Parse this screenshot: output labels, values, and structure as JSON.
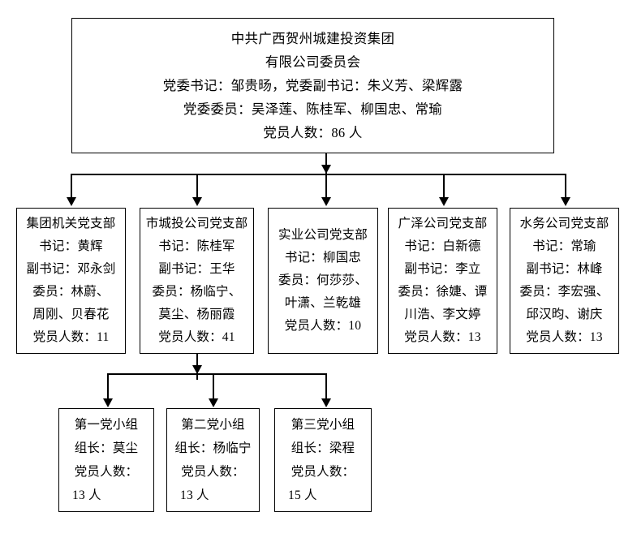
{
  "root": {
    "lines": [
      "中共广西贺州城建投资集团",
      "有限公司委员会",
      "党委书记：邹贵旸，党委副书记：朱义芳、梁辉露",
      "党委委员：吴泽莲、陈桂军、柳国忠、常瑜",
      "党员人数：86 人"
    ]
  },
  "branches": [
    {
      "name": "集团机关党支部",
      "lines": [
        "集团机关党支部",
        "书记：黄辉",
        "副书记：邓永剑",
        "委员：林蔚、",
        "周刚、贝春花",
        "党员人数：11"
      ],
      "secretary": "黄辉",
      "deputy_secretary": "邓永剑",
      "members": [
        "林蔚",
        "周刚",
        "贝春花"
      ],
      "member_count": 11
    },
    {
      "name": "市城投公司党支部",
      "lines": [
        "市城投公司党支部",
        "书记：陈桂军",
        "副书记：王华",
        "委员：杨临宁、",
        "莫尘、杨丽霞",
        "党员人数：41"
      ],
      "secretary": "陈桂军",
      "deputy_secretary": "王华",
      "members": [
        "杨临宁",
        "莫尘",
        "杨丽霞"
      ],
      "member_count": 41
    },
    {
      "name": "实业公司党支部",
      "lines": [
        "实业公司党支部",
        "书记：柳国忠",
        "委员：何莎莎、",
        "叶潇、兰乾雄",
        "党员人数：10"
      ],
      "secretary": "柳国忠",
      "deputy_secretary": "",
      "members": [
        "何莎莎",
        "叶潇",
        "兰乾雄"
      ],
      "member_count": 10
    },
    {
      "name": "广泽公司党支部",
      "lines": [
        "广泽公司党支部",
        "书记：白新德",
        "副书记：李立",
        "委员：徐婕、谭",
        "川浩、李文婷",
        "党员人数：13"
      ],
      "secretary": "白新德",
      "deputy_secretary": "李立",
      "members": [
        "徐婕",
        "谭川浩",
        "李文婷"
      ],
      "member_count": 13
    },
    {
      "name": "水务公司党支部",
      "lines": [
        "水务公司党支部",
        "书记：常瑜",
        "副书记：林峰",
        "委员：李宏强、",
        "邱汉昀、谢庆",
        "党员人数：13"
      ],
      "secretary": "常瑜",
      "deputy_secretary": "林峰",
      "members": [
        "李宏强",
        "邱汉昀",
        "谢庆"
      ],
      "member_count": 13
    }
  ],
  "groups": [
    {
      "name": "第一党小组",
      "lines": [
        "第一党小组",
        "组长：莫尘",
        "党员人数：",
        "13 人"
      ],
      "leader": "莫尘",
      "member_count": 13
    },
    {
      "name": "第二党小组",
      "lines": [
        "第二党小组",
        "组长：杨临宁",
        "党员人数：",
        "13 人"
      ],
      "leader": "杨临宁",
      "member_count": 13
    },
    {
      "name": "第三党小组",
      "lines": [
        "第三党小组",
        "组长：梁程",
        "党员人数：",
        "15 人"
      ],
      "leader": "梁程",
      "member_count": 15
    }
  ],
  "colors": {
    "line": "#000000",
    "box_border": "#000000",
    "background": "#ffffff",
    "text": "#000000"
  }
}
